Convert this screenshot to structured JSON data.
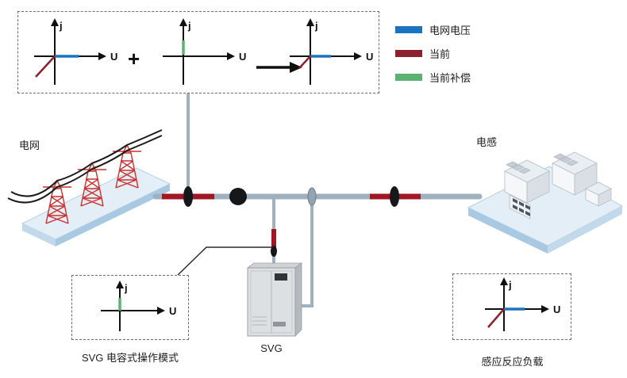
{
  "legend": {
    "items": [
      {
        "name": "grid-voltage",
        "label": "电网电压",
        "color": "#1b74c0"
      },
      {
        "name": "current",
        "label": "当前",
        "color": "#8e1f2c"
      },
      {
        "name": "current-compensation",
        "label": "当前补偿",
        "color": "#5cb270"
      }
    ]
  },
  "phasor": {
    "j_axis_label": "j",
    "u_axis_label": "U",
    "plus_sign": "+"
  },
  "labels": {
    "grid": "电网",
    "inductance": "电感",
    "svg_unit": "SVG",
    "svg_capacitive_mode": "SVG 电容式操作模式",
    "inductive_reactive_load": "感应反应负载"
  },
  "colors": {
    "bus_line": "#9fb0bf",
    "red_segment": "#a01622",
    "grid_voltage_blue": "#1b74c0",
    "current_red": "#8e1f2c",
    "compensation_green": "#5cb270",
    "platform_blue": "#e3eef7",
    "tower_red": "#c9322e",
    "node_black": "#15171b"
  }
}
